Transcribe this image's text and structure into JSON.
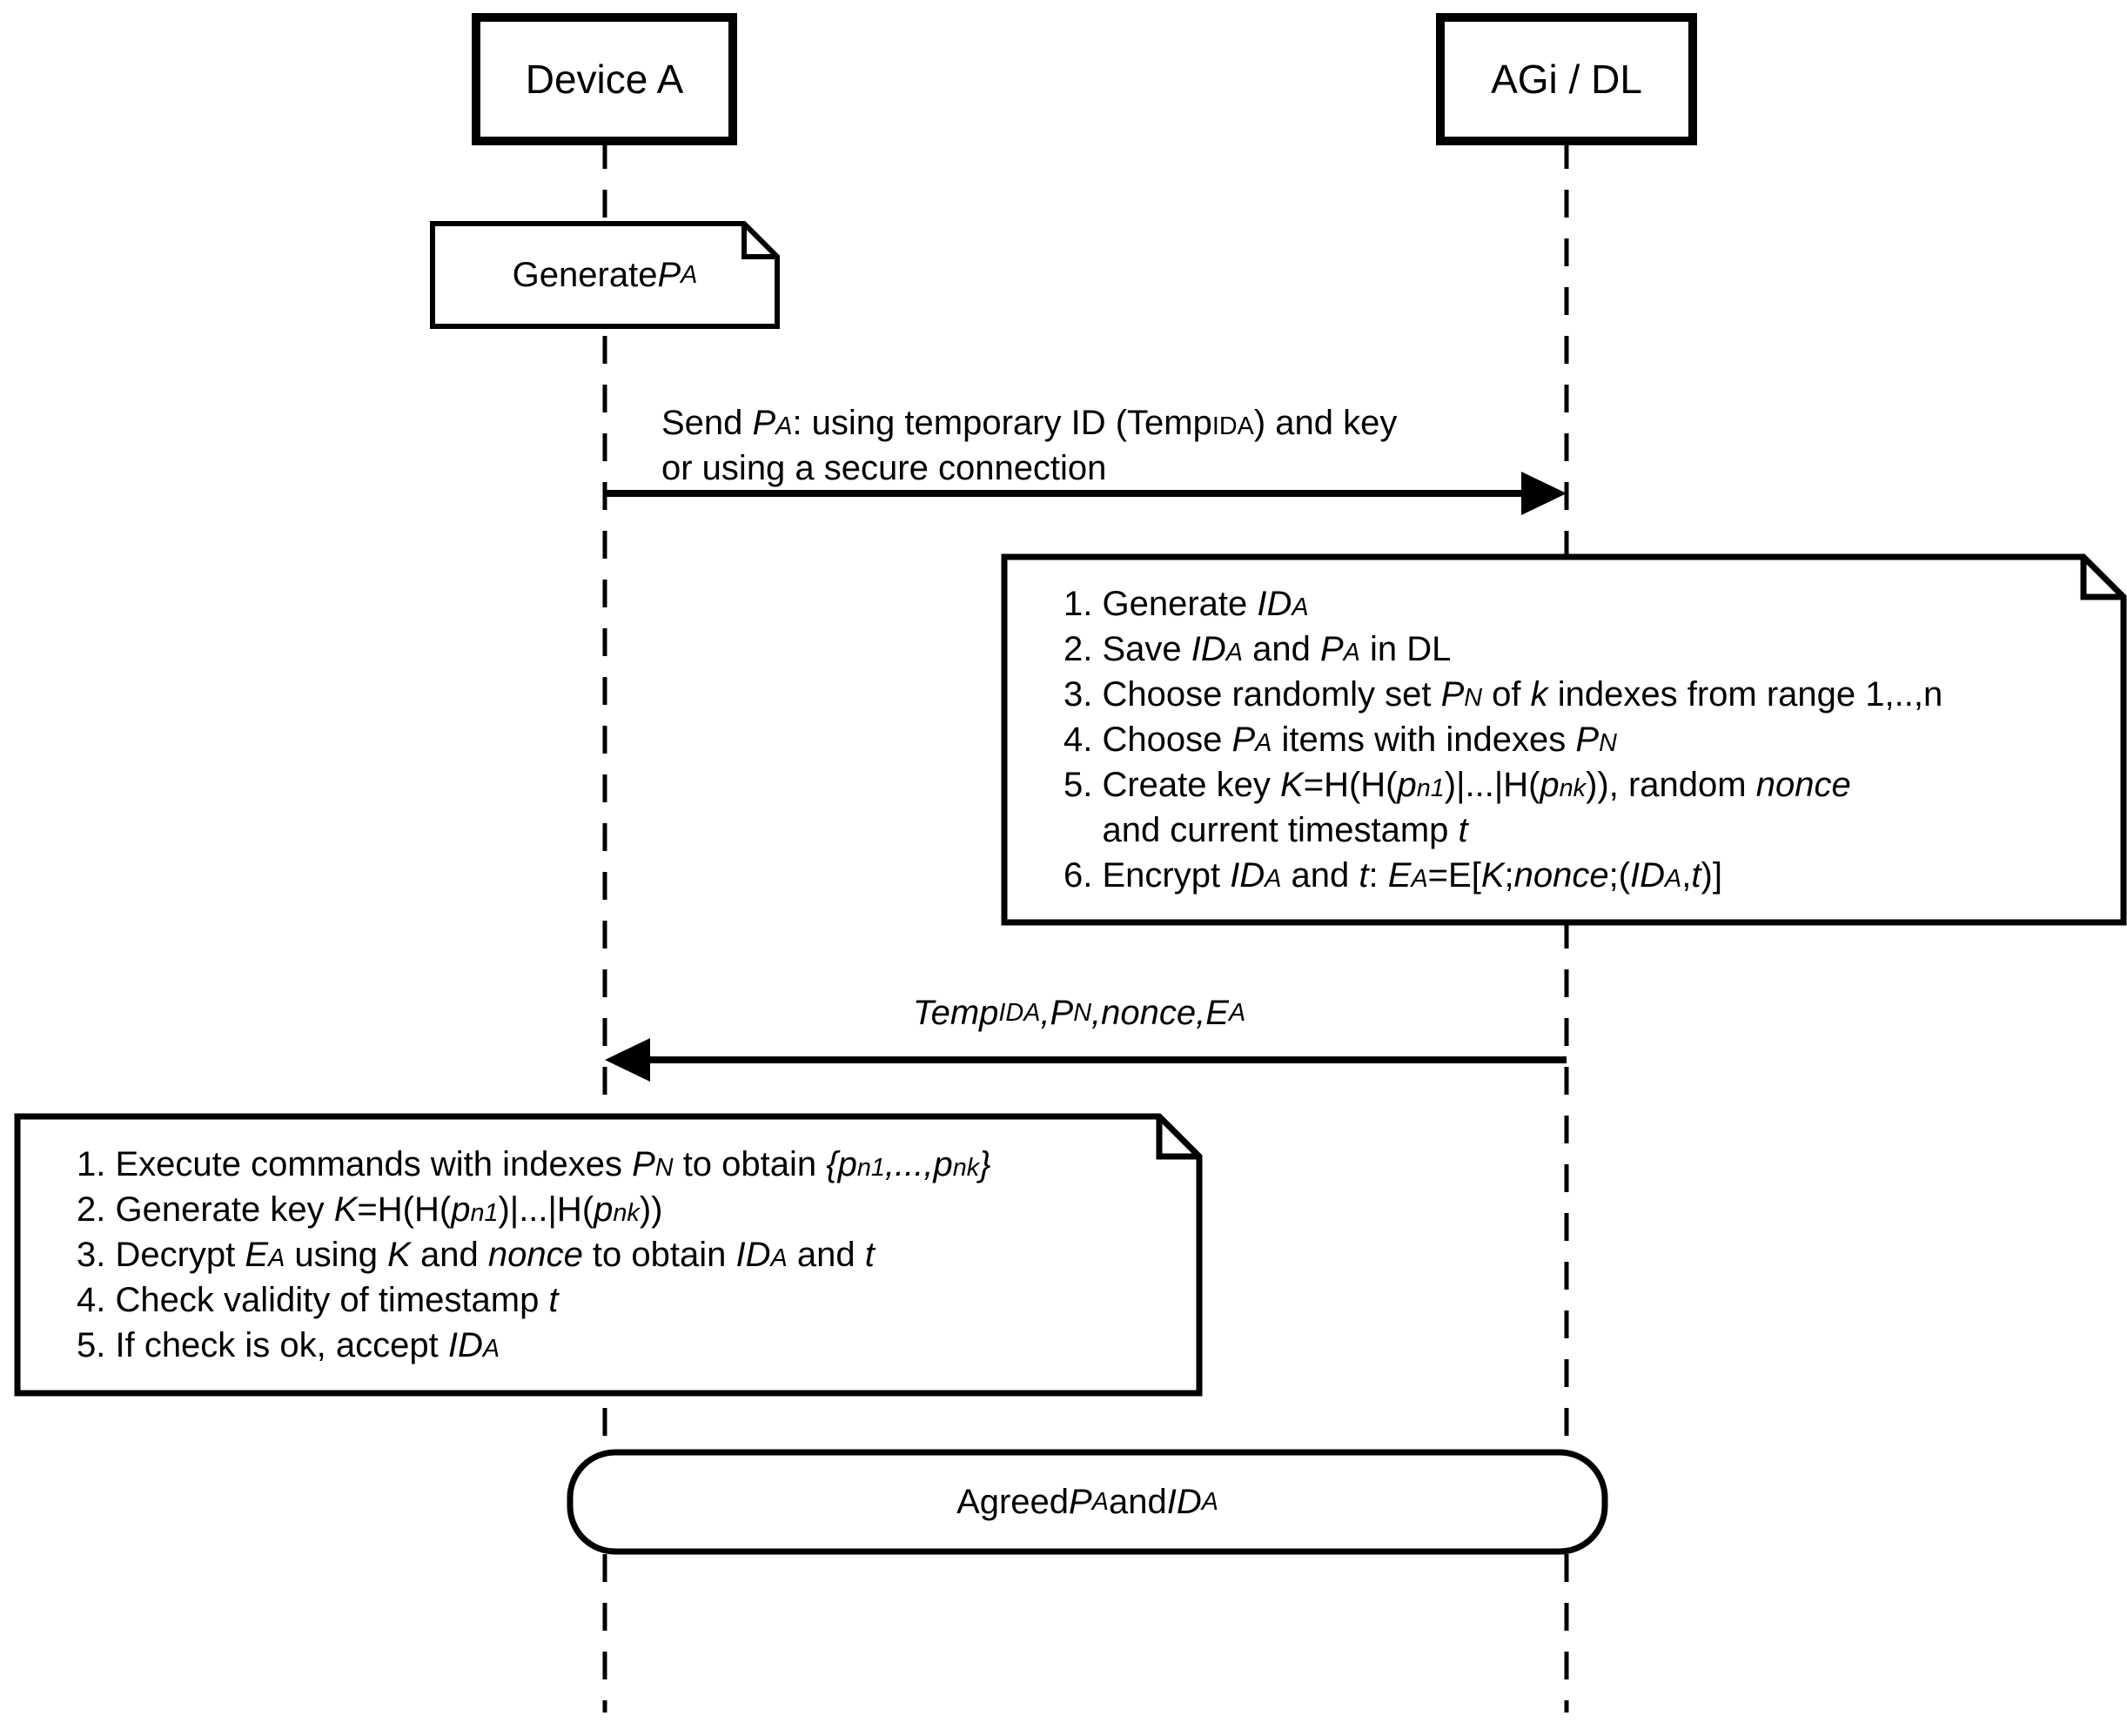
{
  "diagram": {
    "title": "Device A and AGi/DL key agreement sequence",
    "colors": {
      "stroke": "#000000",
      "fill": "#ffffff",
      "text": "#000000"
    },
    "participants": [
      {
        "label": "Device A"
      },
      {
        "label": "AGi / DL"
      }
    ],
    "note_generate": {
      "segments": [
        [
          "r",
          "Generate "
        ],
        [
          "i",
          "P"
        ],
        [
          "is",
          "A"
        ]
      ]
    },
    "message_send": {
      "lines": [
        [
          [
            "r",
            "Send "
          ],
          [
            "i",
            "P"
          ],
          [
            "is",
            "A"
          ],
          [
            "r",
            ": using temporary ID (Temp"
          ],
          [
            "s",
            "IDA"
          ],
          [
            "r",
            ") and key"
          ]
        ],
        [
          [
            "r",
            "or using a secure connection"
          ]
        ]
      ]
    },
    "note_agi": {
      "lines": [
        [
          [
            "r",
            "1. Generate "
          ],
          [
            "i",
            "ID"
          ],
          [
            "is",
            "A"
          ]
        ],
        [
          [
            "r",
            "2. Save "
          ],
          [
            "i",
            "ID"
          ],
          [
            "is",
            "A"
          ],
          [
            "r",
            " and "
          ],
          [
            "i",
            "P"
          ],
          [
            "is",
            "A"
          ],
          [
            "r",
            " in DL"
          ]
        ],
        [
          [
            "r",
            "3. Choose randomly set "
          ],
          [
            "i",
            "P"
          ],
          [
            "is",
            "N"
          ],
          [
            "r",
            " of "
          ],
          [
            "i",
            "k"
          ],
          [
            "r",
            " indexes from range 1,..,n"
          ]
        ],
        [
          [
            "r",
            "4. Choose "
          ],
          [
            "i",
            "P"
          ],
          [
            "is",
            "A"
          ],
          [
            "r",
            " items with indexes "
          ],
          [
            "i",
            "P"
          ],
          [
            "is",
            "N"
          ]
        ],
        [
          [
            "r",
            "5. Create key "
          ],
          [
            "i",
            "K"
          ],
          [
            "r",
            "=H(H("
          ],
          [
            "i",
            "p"
          ],
          [
            "is",
            "n1"
          ],
          [
            "r",
            ")|...|H("
          ],
          [
            "i",
            "p"
          ],
          [
            "is",
            "nk"
          ],
          [
            "r",
            ")), random "
          ],
          [
            "i",
            "nonce"
          ]
        ],
        [
          [
            "r",
            "    and current timestamp "
          ],
          [
            "i",
            "t"
          ]
        ],
        [
          [
            "r",
            "6. Encrypt "
          ],
          [
            "i",
            "ID"
          ],
          [
            "is",
            "A"
          ],
          [
            "r",
            " and "
          ],
          [
            "i",
            "t"
          ],
          [
            "r",
            ": "
          ],
          [
            "i",
            "E"
          ],
          [
            "is",
            "A"
          ],
          [
            "r",
            "=E["
          ],
          [
            "i",
            "K"
          ],
          [
            "r",
            ";"
          ],
          [
            "i",
            "nonce"
          ],
          [
            "r",
            ";("
          ],
          [
            "i",
            "ID"
          ],
          [
            "is",
            "A"
          ],
          [
            "r",
            ","
          ],
          [
            "i",
            "t"
          ],
          [
            "r",
            ")]"
          ]
        ]
      ]
    },
    "message_response": {
      "segments": [
        [
          "i",
          "Temp"
        ],
        [
          "is",
          "IDA"
        ],
        [
          "i",
          ",P"
        ],
        [
          "is",
          "N"
        ],
        [
          "i",
          ",nonce,"
        ],
        [
          "i",
          "E"
        ],
        [
          "is",
          "A"
        ]
      ]
    },
    "note_device": {
      "lines": [
        [
          [
            "r",
            "1. Execute commands with indexes "
          ],
          [
            "i",
            "P"
          ],
          [
            "is",
            "N"
          ],
          [
            "r",
            " to obtain "
          ],
          [
            "i",
            "{p"
          ],
          [
            "is",
            "n1"
          ],
          [
            "i",
            ",...,p"
          ],
          [
            "is",
            "nk"
          ],
          [
            "i",
            "}"
          ]
        ],
        [
          [
            "r",
            "2. Generate key "
          ],
          [
            "i",
            "K"
          ],
          [
            "r",
            "=H(H("
          ],
          [
            "i",
            "p"
          ],
          [
            "is",
            "n1"
          ],
          [
            "r",
            ")|...|H("
          ],
          [
            "i",
            "p"
          ],
          [
            "is",
            "nk"
          ],
          [
            "r",
            "))"
          ]
        ],
        [
          [
            "r",
            "3. Decrypt "
          ],
          [
            "i",
            "E"
          ],
          [
            "is",
            "A"
          ],
          [
            "r",
            " using "
          ],
          [
            "i",
            "K"
          ],
          [
            "r",
            " and "
          ],
          [
            "i",
            "nonce"
          ],
          [
            "r",
            " to obtain "
          ],
          [
            "i",
            "ID"
          ],
          [
            "is",
            "A"
          ],
          [
            "r",
            " and "
          ],
          [
            "i",
            "t"
          ]
        ],
        [
          [
            "r",
            "4. Check validity of timestamp "
          ],
          [
            "i",
            "t"
          ]
        ],
        [
          [
            "r",
            "5. If check is ok, accept "
          ],
          [
            "i",
            "ID"
          ],
          [
            "is",
            "A"
          ]
        ]
      ]
    },
    "agreement": {
      "segments": [
        [
          "r",
          "Agreed "
        ],
        [
          "i",
          "P"
        ],
        [
          "is",
          "A"
        ],
        [
          "r",
          " and "
        ],
        [
          "i",
          "ID"
        ],
        [
          "is",
          "A"
        ]
      ]
    }
  }
}
